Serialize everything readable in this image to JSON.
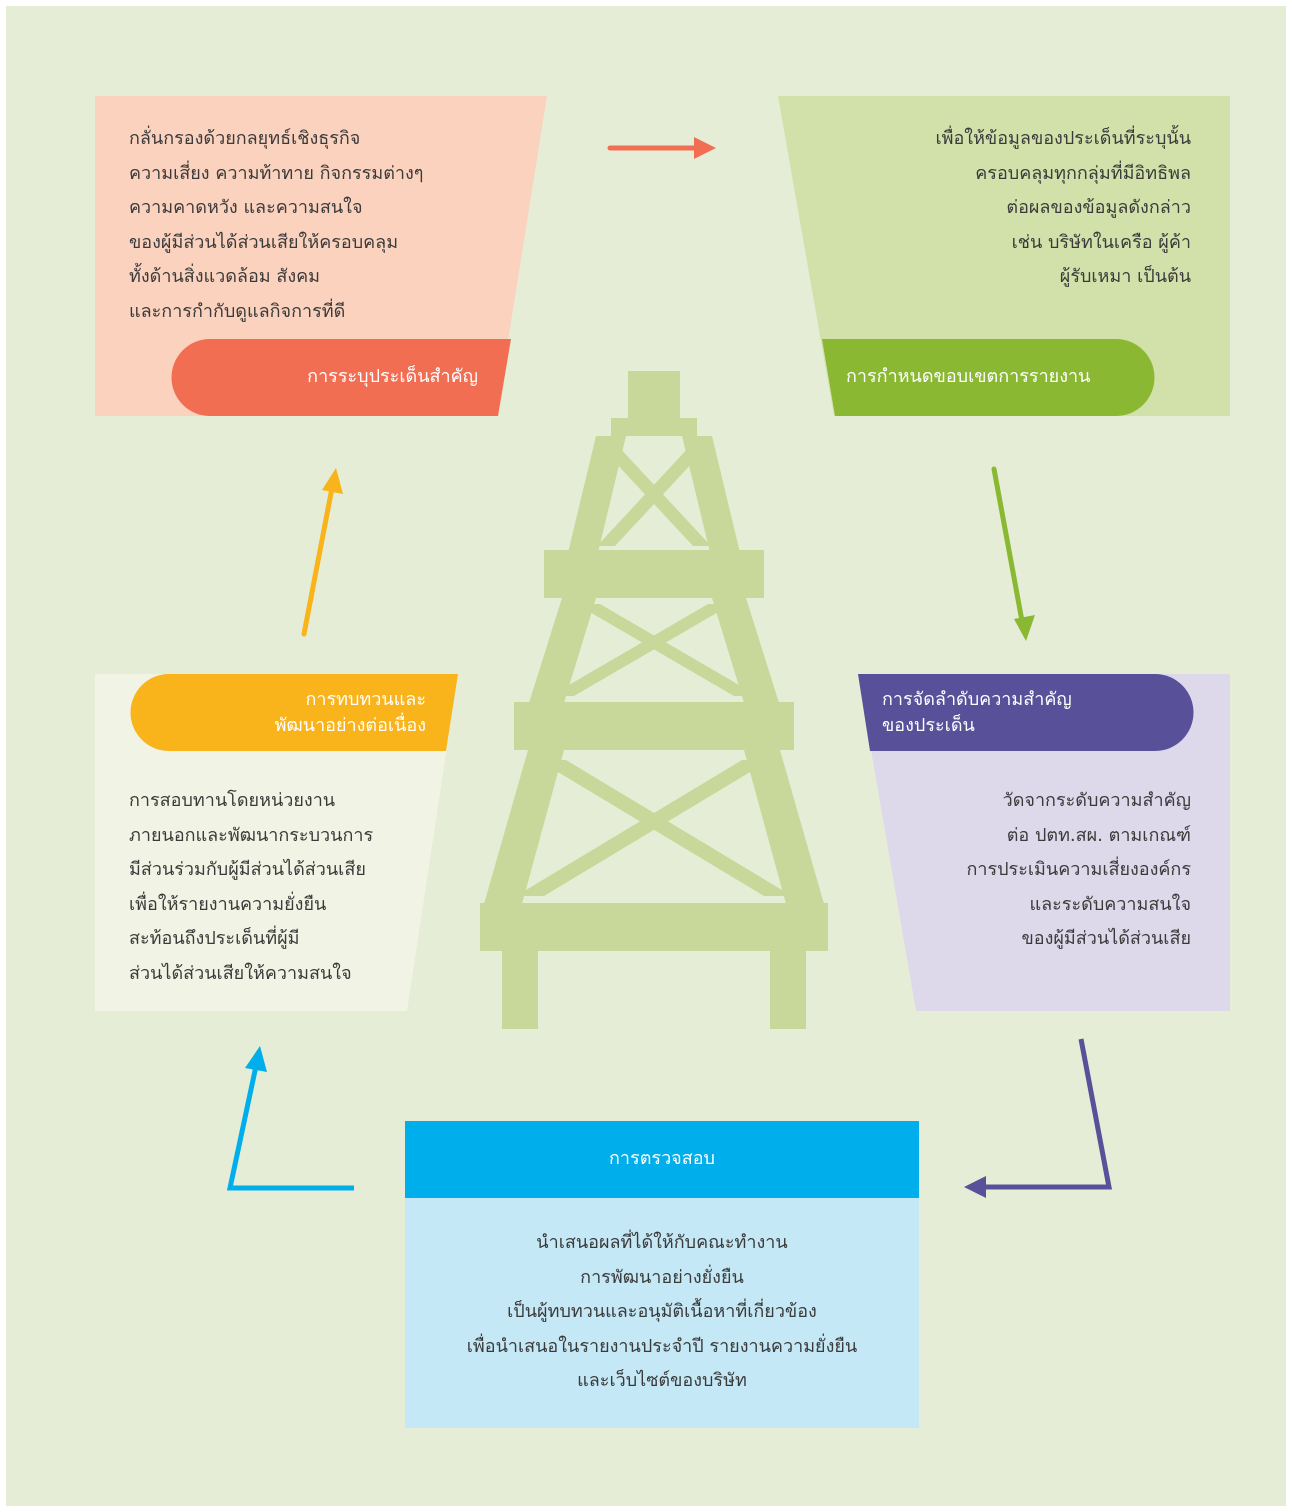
{
  "steps": {
    "identify": {
      "label": "การระบุประเด็นสำคัญ",
      "lines": [
        "กลั่นกรองด้วยกลยุทธ์เชิงธุรกิจ",
        "ความเสี่ยง ความท้าทาย กิจกรรมต่างๆ",
        "ความคาดหวัง และความสนใจ",
        "ของผู้มีส่วนได้ส่วนเสียให้ครอบคลุม",
        "ทั้งด้านสิ่งแวดล้อม สังคม",
        "และการกำกับดูแลกิจการที่ดี"
      ]
    },
    "scope": {
      "label": "การกำหนดขอบเขตการรายงาน",
      "lines": [
        "เพื่อให้ข้อมูลของประเด็นที่ระบุนั้น",
        "ครอบคลุมทุกกลุ่มที่มีอิทธิพล",
        "ต่อผลของข้อมูลดังกล่าว",
        "เช่น บริษัทในเครือ ผู้ค้า",
        "ผู้รับเหมา เป็นต้น"
      ]
    },
    "prioritize": {
      "label_lines": [
        "การจัดลำดับความสำคัญ",
        "ของประเด็น"
      ],
      "lines": [
        "วัดจากระดับความสำคัญ",
        "ต่อ ปตท.สผ. ตามเกณฑ์",
        "การประเมินความเสี่ยงองค์กร",
        "และระดับความสนใจ",
        "ของผู้มีส่วนได้ส่วนเสีย"
      ]
    },
    "validate": {
      "label": "การตรวจสอบ",
      "lines": [
        "นำเสนอผลที่ได้ให้กับคณะทำงาน",
        "การพัฒนาอย่างยั่งยืน",
        "เป็นผู้ทบทวนและอนุมัติเนื้อหาที่เกี่ยวข้อง",
        "เพื่อนำเสนอในรายงานประจำปี รายงานความยั่งยืน",
        "และเว็บไซต์ของบริษัท"
      ]
    },
    "review": {
      "label_lines": [
        "การทบทวนและ",
        "พัฒนาอย่างต่อเนื่อง"
      ],
      "lines": [
        "การสอบทานโดยหน่วยงาน",
        "ภายนอกและพัฒนากระบวนการ",
        "มีส่วนร่วมกับผู้มีส่วนได้ส่วนเสีย",
        "เพื่อให้รายงานความยั่งยืน",
        "สะท้อนถึงประเด็นที่ผู้มี",
        "ส่วนได้ส่วนเสียให้ความสนใจ"
      ]
    }
  },
  "colors": {
    "background": "#e6edd6",
    "identify_panel": "#fbd2be",
    "identify_pill": "#f26e53",
    "scope_panel": "#d2e1aa",
    "scope_pill": "#8ab833",
    "prioritize_panel": "#ddd8ea",
    "prioritize_pill": "#58519a",
    "validate_panel": "#c5e8f6",
    "validate_header": "#00aeeb",
    "review_panel": "#f1f4e4",
    "review_pill": "#f9b31b",
    "rig": "#c8d89a"
  },
  "icons": {
    "center": "oil-rig-icon"
  }
}
